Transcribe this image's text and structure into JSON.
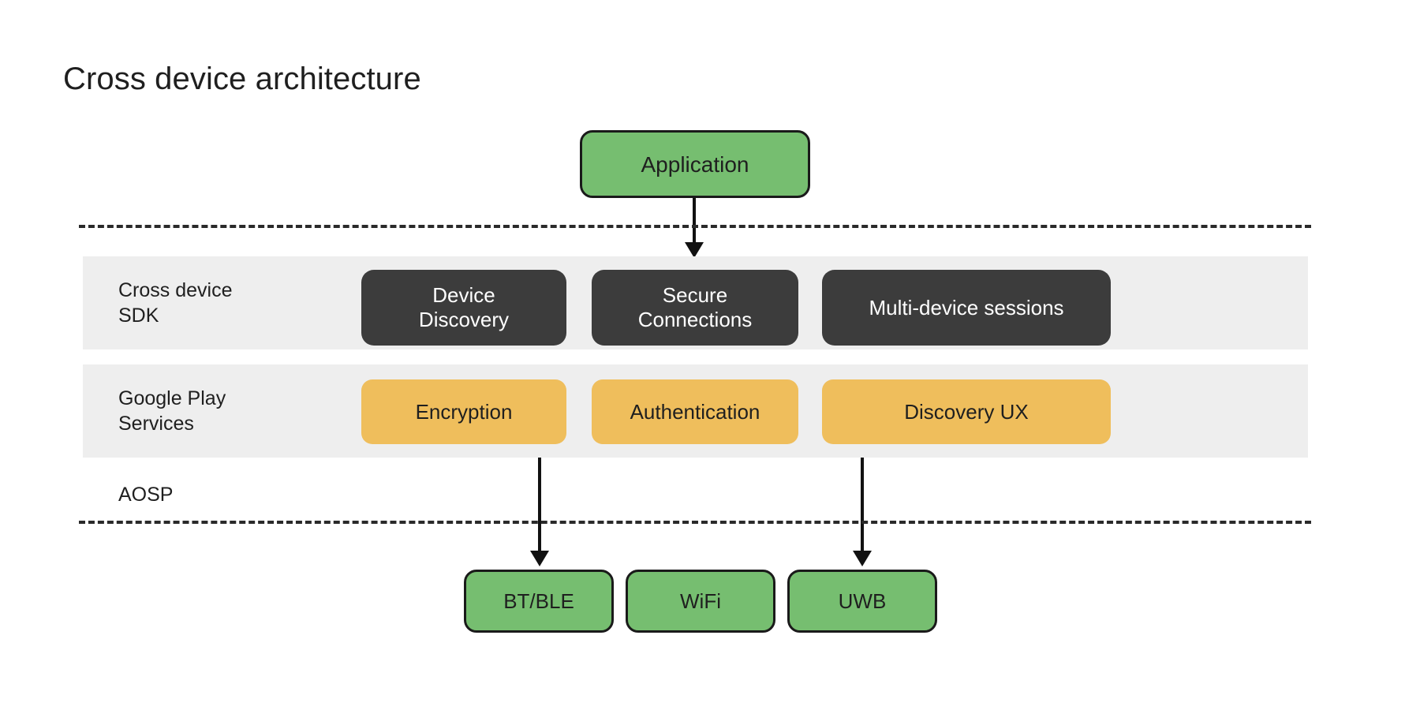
{
  "page": {
    "title": "Cross device architecture",
    "background_color": "#ffffff"
  },
  "colors": {
    "green": "#76be70",
    "amber": "#efbe5c",
    "dark": "#3c3c3c",
    "band_gray": "#eeeeee",
    "text_dark": "#1f1f1f",
    "text_light": "#ffffff",
    "stroke": "#1a1a1a"
  },
  "diagram": {
    "type": "layered-architecture",
    "application_layer": {
      "node": {
        "label": "Application",
        "style": "green"
      }
    },
    "boundaries": [
      {
        "name": "top-dashed-boundary",
        "style": "dashed"
      },
      {
        "name": "bottom-dashed-boundary",
        "style": "dashed"
      }
    ],
    "layers": [
      {
        "name": "cross-device-sdk",
        "label": "Cross device\nSDK",
        "style": "dark",
        "nodes": [
          {
            "label": "Device\nDiscovery"
          },
          {
            "label": "Secure\nConnections"
          },
          {
            "label": "Multi-device sessions"
          }
        ]
      },
      {
        "name": "google-play-services",
        "label": "Google Play\nServices",
        "style": "amber",
        "nodes": [
          {
            "label": "Encryption"
          },
          {
            "label": "Authentication"
          },
          {
            "label": "Discovery UX"
          }
        ]
      }
    ],
    "aosp": {
      "label": "AOSP",
      "nodes": [
        {
          "label": "BT/BLE",
          "style": "green"
        },
        {
          "label": "WiFi",
          "style": "green"
        },
        {
          "label": "UWB",
          "style": "green"
        }
      ]
    },
    "arrows": [
      {
        "name": "application-to-sdk",
        "from": "Application",
        "to": "Cross device SDK"
      },
      {
        "name": "encryption-to-btble",
        "from": "Encryption",
        "to": "BT/BLE"
      },
      {
        "name": "discoveryux-to-uwb",
        "from": "Discovery UX",
        "to": "UWB"
      }
    ]
  }
}
